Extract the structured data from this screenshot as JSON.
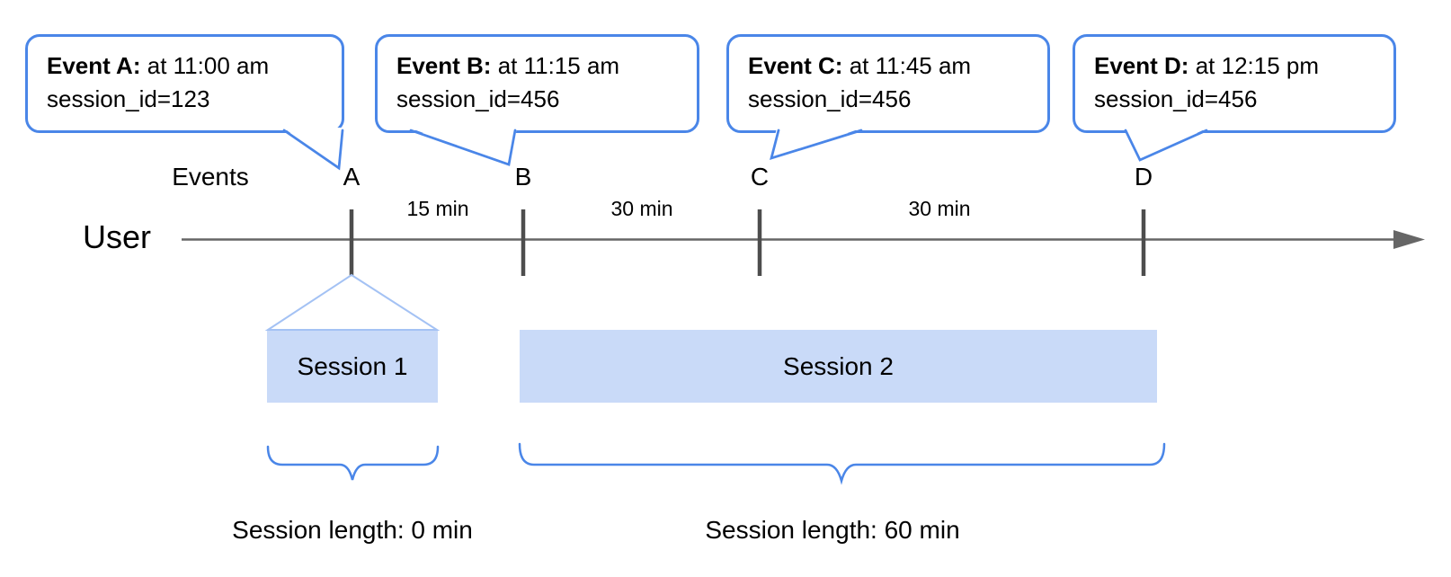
{
  "events": [
    {
      "letter": "A",
      "callout_title": "Event A:",
      "callout_time": "at 11:00 am",
      "callout_session": "session_id=123"
    },
    {
      "letter": "B",
      "callout_title": "Event B:",
      "callout_time": "at 11:15 am",
      "callout_session": "session_id=456"
    },
    {
      "letter": "C",
      "callout_title": "Event C:",
      "callout_time": "at 11:45 am",
      "callout_session": "session_id=456"
    },
    {
      "letter": "D",
      "callout_title": "Event D:",
      "callout_time": "at 12:15 pm",
      "callout_session": "session_id=456"
    }
  ],
  "timeline": {
    "row_label": "User",
    "events_row_label": "Events",
    "intervals": [
      "15 min",
      "30 min",
      "30 min"
    ]
  },
  "sessions": [
    {
      "label": "Session 1",
      "length_label": "Session length: 0 min"
    },
    {
      "label": "Session 2",
      "length_label": "Session length: 60 min"
    }
  ],
  "colors": {
    "callout_border": "#4a86e8",
    "brace": "#4a86e8",
    "session_fill": "#c9daf8",
    "funnel_line": "#a4c2f4",
    "axis_line": "#666666",
    "tick_mark": "#4d4d4d",
    "text": "#000000"
  }
}
